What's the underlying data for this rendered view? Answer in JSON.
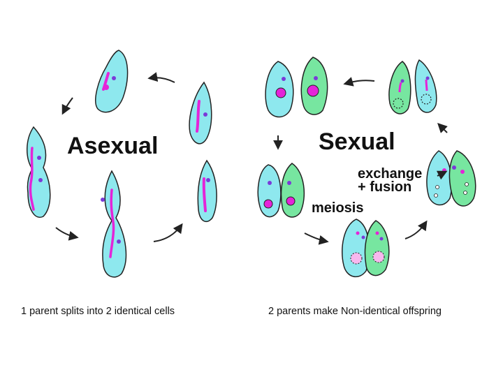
{
  "asexual": {
    "title": "Asexual",
    "caption": "1 parent splits into 2 identical cells"
  },
  "sexual": {
    "title": "Sexual",
    "step_exchange": "exchange",
    "step_fusion": "+ fusion",
    "step_meiosis": "meiosis",
    "caption": "2 parents make Non-identical offspring"
  },
  "colors": {
    "cell_cyan": "#8ee8ee",
    "cell_green": "#77e6a0",
    "nucleus_magenta": "#e424d8",
    "micronucleus_purple": "#7a3ad8",
    "outline": "#222222"
  }
}
